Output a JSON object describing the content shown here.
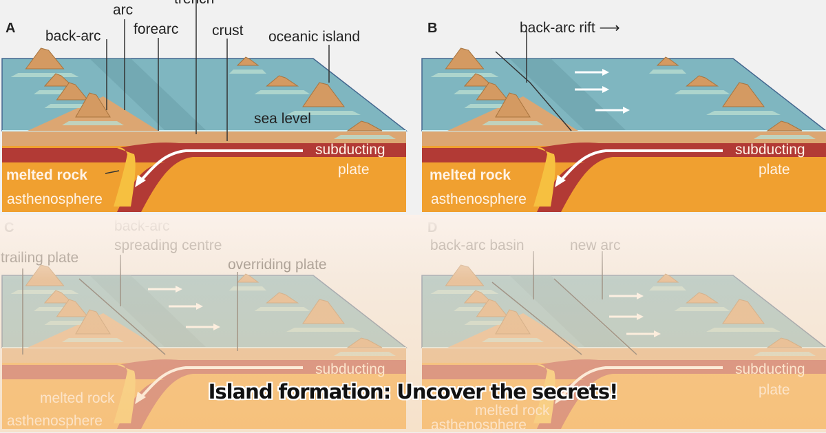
{
  "panels": {
    "a": {
      "letter": "A",
      "labels": {
        "arc": "arc",
        "trench": "trench",
        "back_arc": "back-arc",
        "forearc": "forearc",
        "crust": "crust",
        "oceanic_island": "oceanic island",
        "sea_level": "sea level",
        "subducting": "subducting",
        "plate": "plate",
        "melted_rock": "melted rock",
        "asthenosphere": "asthenosphere"
      }
    },
    "b": {
      "letter": "B",
      "labels": {
        "back_arc_rift": "back-arc rift",
        "subducting": "subducting",
        "plate": "plate",
        "melted_rock": "melted rock",
        "asthenosphere": "asthenosphere"
      }
    },
    "c": {
      "letter": "C",
      "labels": {
        "back_arc": "back-arc",
        "spreading_centre": "spreading centre",
        "trailing_plate": "trailing plate",
        "overriding_plate": "overriding plate",
        "subducting": "subducting",
        "melted_rock": "melted rock",
        "asthenosphere": "asthenosphere"
      }
    },
    "d": {
      "letter": "D",
      "labels": {
        "back_arc_basin": "back-arc basin",
        "new_arc": "new arc",
        "subducting": "subducting",
        "plate": "plate",
        "melted_rock": "melted rock",
        "asthenosphere": "asthenosphere"
      }
    }
  },
  "caption": "Island formation: Uncover the secrets!",
  "colors": {
    "sea": "#7fb6c0",
    "crust": "#dca672",
    "lithosphere": "#b23a35",
    "asthenosphere": "#f0a030",
    "island": "#d49a62"
  }
}
